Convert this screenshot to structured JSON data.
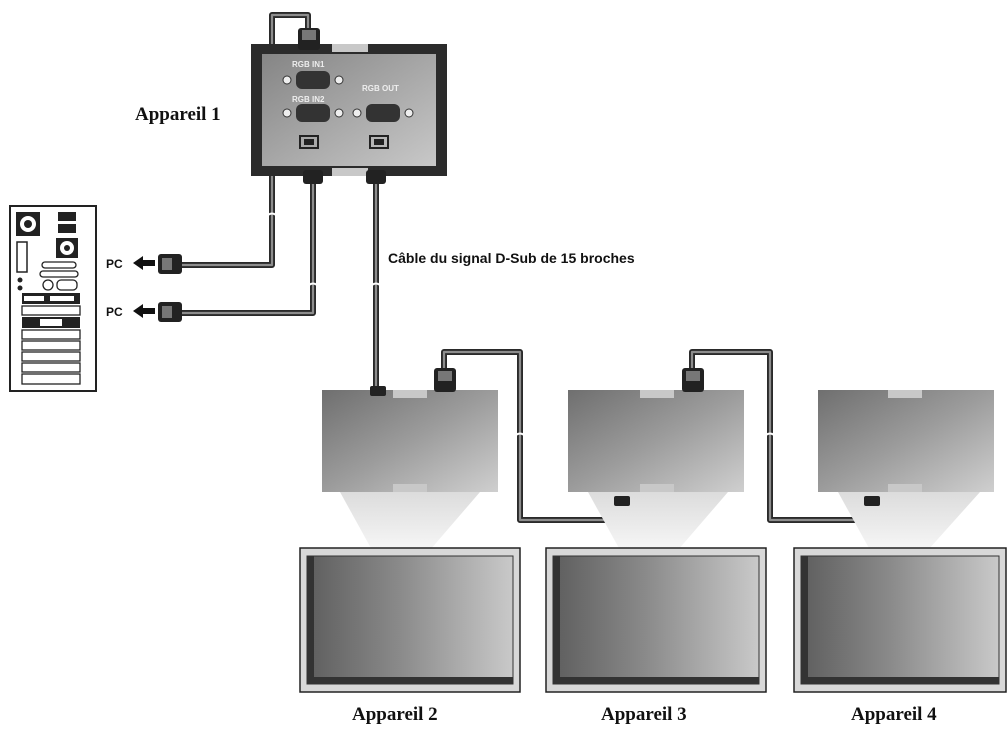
{
  "labels": {
    "device1": "Appareil 1",
    "device2": "Appareil 2",
    "device3": "Appareil 3",
    "device4": "Appareil 4",
    "cable": "Câble du signal D-Sub de 15 broches",
    "pc1": "PC",
    "pc2": "PC"
  },
  "ports": {
    "rgb_in1": "RGB IN1",
    "rgb_in2": "RGB IN2",
    "rgb_out": "RGB OUT"
  },
  "icons": {
    "pc_tower": "pc-tower-icon",
    "arrow": "arrow-left-icon",
    "connector": "dsub-connector-icon"
  }
}
